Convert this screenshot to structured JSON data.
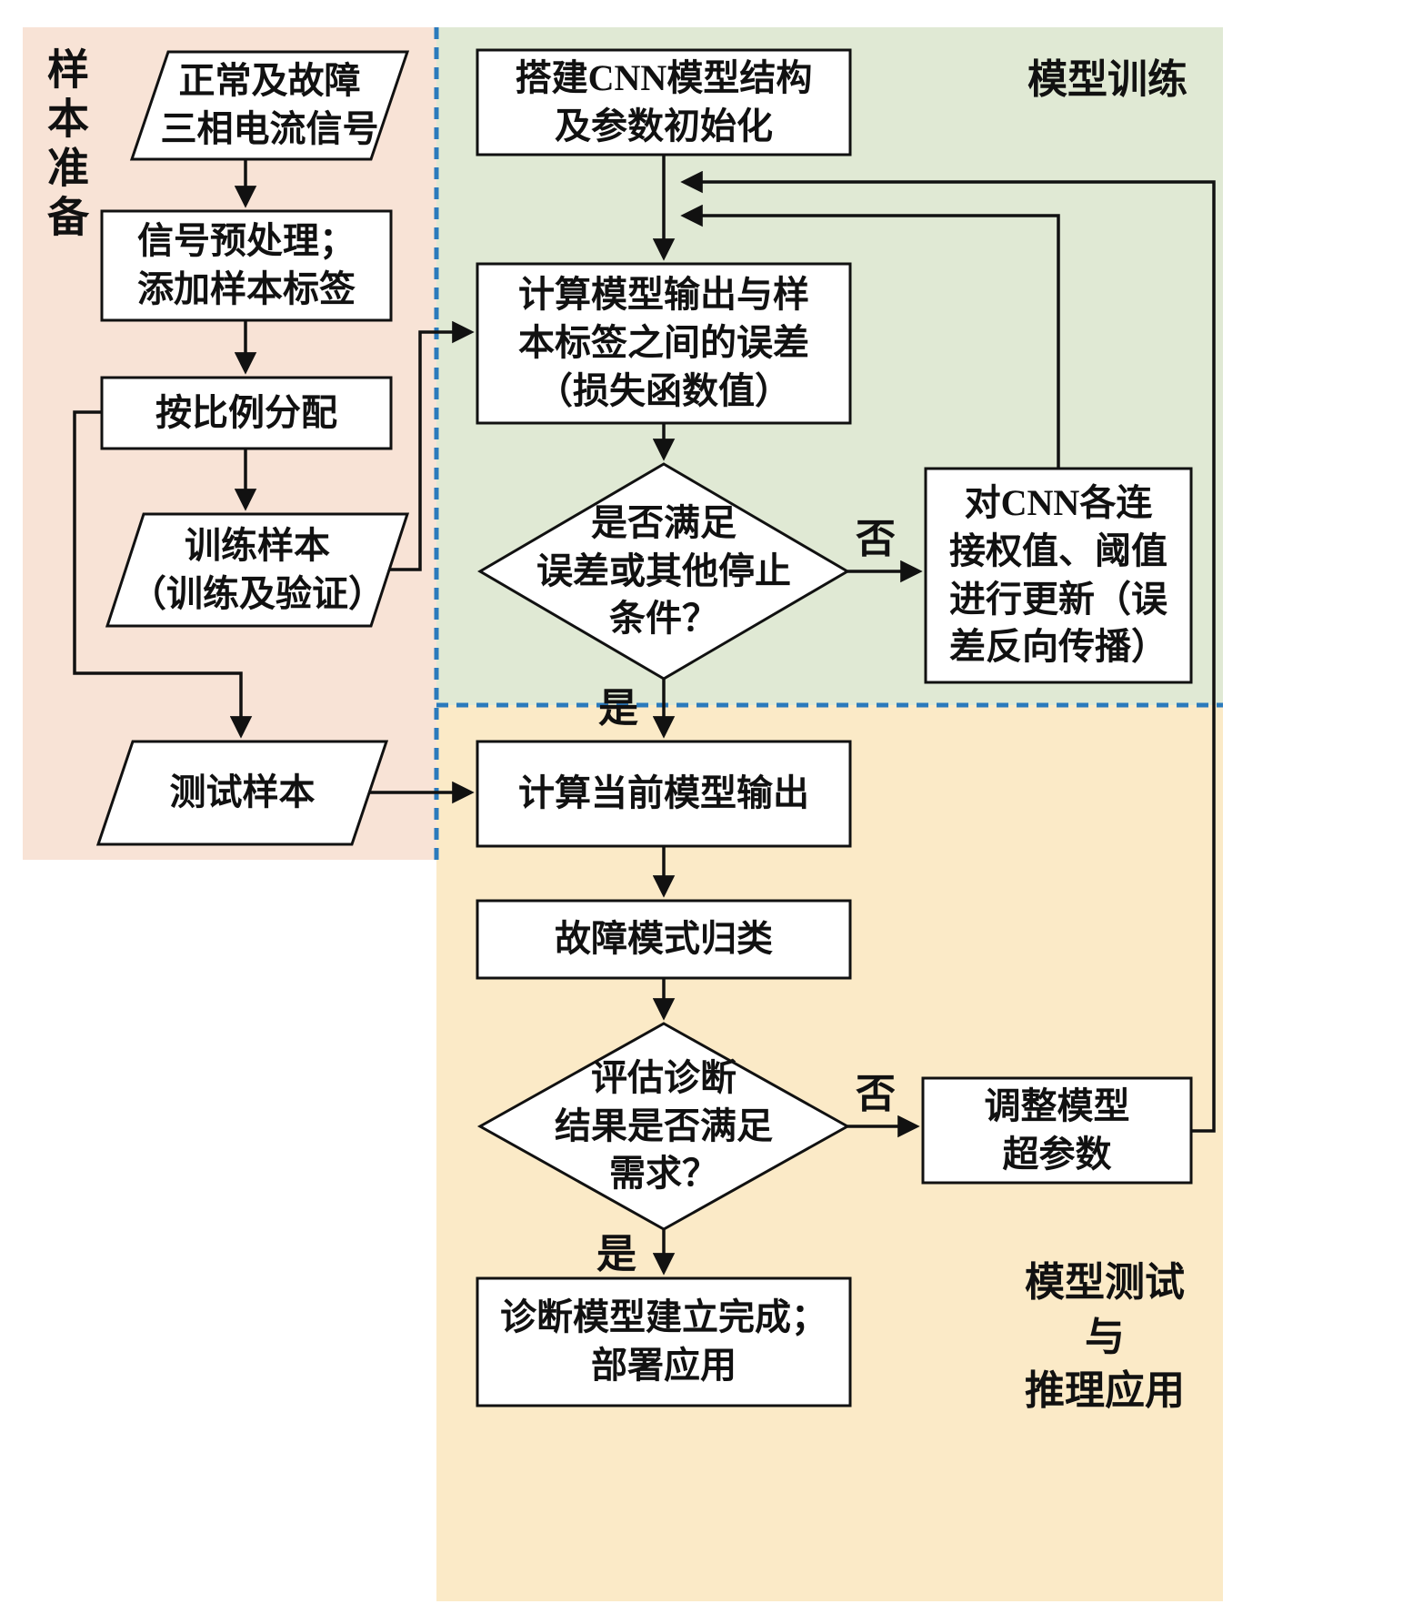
{
  "regions": {
    "sample_preparation": {
      "label": "样本准备",
      "bg": "#f8e3d6"
    },
    "model_training": {
      "label": "模型训练",
      "bg": "#e0e9d4"
    },
    "model_testing": {
      "label": "模型测试\n与\n推理应用",
      "bg": "#fbeac7"
    }
  },
  "nodes": {
    "input_signals": "正常及故障\n三相电流信号",
    "preprocess": "信号预处理；\n添加样本标签",
    "split_ratio": "按比例分配",
    "training_samples": "训练样本\n（训练及验证）",
    "test_samples": "测试样本",
    "build_cnn": "搭建CNN模型结构\n及参数初始化",
    "compute_loss": "计算模型输出与样\n本标签之间的误差\n（损失函数值）",
    "stop_condition": "是否满足\n误差或其他停止\n条件？",
    "update_weights": "对CNN各连\n接权值、阈值\n进行更新（误\n差反向传播）",
    "compute_output": "计算当前模型输出",
    "fault_classify": "故障模式归类",
    "evaluate": "评估诊断\n结果是否满足\n需求？",
    "adjust_hyperparams": "调整模型\n超参数",
    "model_complete": "诊断模型建立完成；\n部署应用"
  },
  "decision_labels": {
    "stop_no": "否",
    "stop_yes": "是",
    "eval_no": "否",
    "eval_yes": "是"
  },
  "colors": {
    "region_sample_prep_bg": "#f8e3d6",
    "region_training_bg": "#e0e9d4",
    "region_testing_bg": "#fbeac7",
    "divider_dashed_blue": "#2b7abc",
    "shape_stroke": "#111111",
    "shape_fill": "#ffffff"
  }
}
